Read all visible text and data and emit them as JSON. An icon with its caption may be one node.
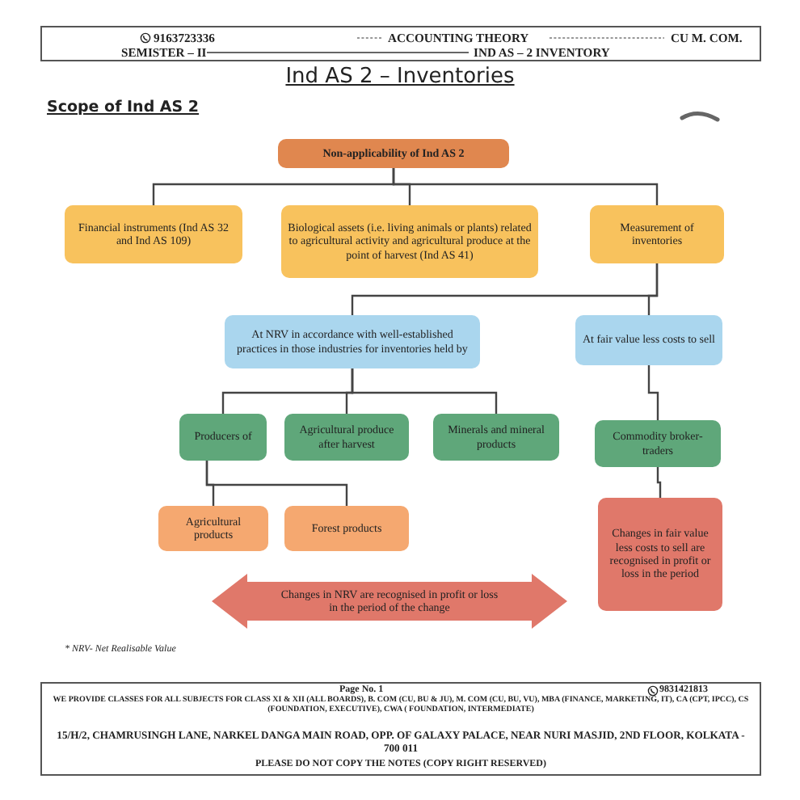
{
  "diagram": {
    "title": "Ind AS 2 – Inventories",
    "nodes": [
      {
        "text": [
          "Non-applicability of Ind AS 2"
        ]
      },
      {
        "text": [
          "Financial instruments (Ind AS 32 and Ind AS 109)"
        ]
      },
      {
        "text": [
          "Biological assets (i.e. living animals or plants) related to agricultural activity and agricultural produce at the point of harvest (Ind AS 41)"
        ]
      },
      {
        "text": [
          "Measurement of inventories"
        ]
      },
      {
        "text": [
          "At NRV in accordance with well-established practices in those industries for inventories held by"
        ]
      },
      {
        "text": [
          "At fair value less costs to sell"
        ]
      },
      {
        "text": [
          "Producers of"
        ]
      },
      {
        "text": [
          "Agricultural produce after harvest"
        ]
      },
      {
        "text": [
          "Minerals and mineral products"
        ]
      },
      {
        "text": [
          "Commodity broker-traders"
        ]
      },
      {
        "text": [
          "Agricultural products"
        ]
      },
      {
        "text": [
          "Forest products"
        ]
      },
      {
        "text": [
          "Changes in fair value less costs to sell are recognised in profit or loss in the period"
        ]
      },
      {
        "text": [
          "Changes in NRV are recognised in profit or loss in the period of the change"
        ]
      }
    ],
    "edges": [
      {
        "from": 0,
        "to": 1,
        "arrow": "none"
      },
      {
        "from": 0,
        "to": 2,
        "arrow": "none"
      },
      {
        "from": 0,
        "to": 3,
        "arrow": "none"
      },
      {
        "from": 3,
        "to": 4,
        "arrow": "none"
      },
      {
        "from": 3,
        "to": 5,
        "arrow": "none"
      },
      {
        "from": 4,
        "to": 6,
        "arrow": "none"
      },
      {
        "from": 4,
        "to": 7,
        "arrow": "none"
      },
      {
        "from": 4,
        "to": 8,
        "arrow": "none"
      },
      {
        "from": 5,
        "to": 9,
        "arrow": "none"
      },
      {
        "from": 6,
        "to": 10,
        "arrow": "none"
      },
      {
        "from": 6,
        "to": 11,
        "arrow": "none"
      },
      {
        "from": 9,
        "to": 12,
        "arrow": "none"
      }
    ],
    "labels": [
      "9163723336",
      "ACCOUNTING THEORY",
      "CU M. COM.",
      "SEMISTER – II",
      "IND AS – 2 INVENTORY",
      "Scope of Ind AS 2",
      "* NRV- Net Realisable Value",
      "Page No. 1",
      "9831421813",
      "WE PROVIDE CLASSES FOR ALL SUBJECTS FOR CLASS XI & XII (ALL BOARDS), B. COM (CU, BU & JU), M. COM (CU, BU, VU), MBA (FINANCE, MARKETING, IT), CA (CPT, IPCC), CS (FOUNDATION, EXECUTIVE), CWA ( FOUNDATION, INTERMEDIATE)",
      "15/H/2, CHAMRUSINGH LANE, NARKEL DANGA MAIN ROAD, OPP. OF GALAXY PALACE, NEAR NURI MASJID, 2ND FLOOR, KOLKATA - 700 011",
      "PLEASE DO NOT COPY THE NOTES (COPY RIGHT RESERVED)"
    ]
  }
}
